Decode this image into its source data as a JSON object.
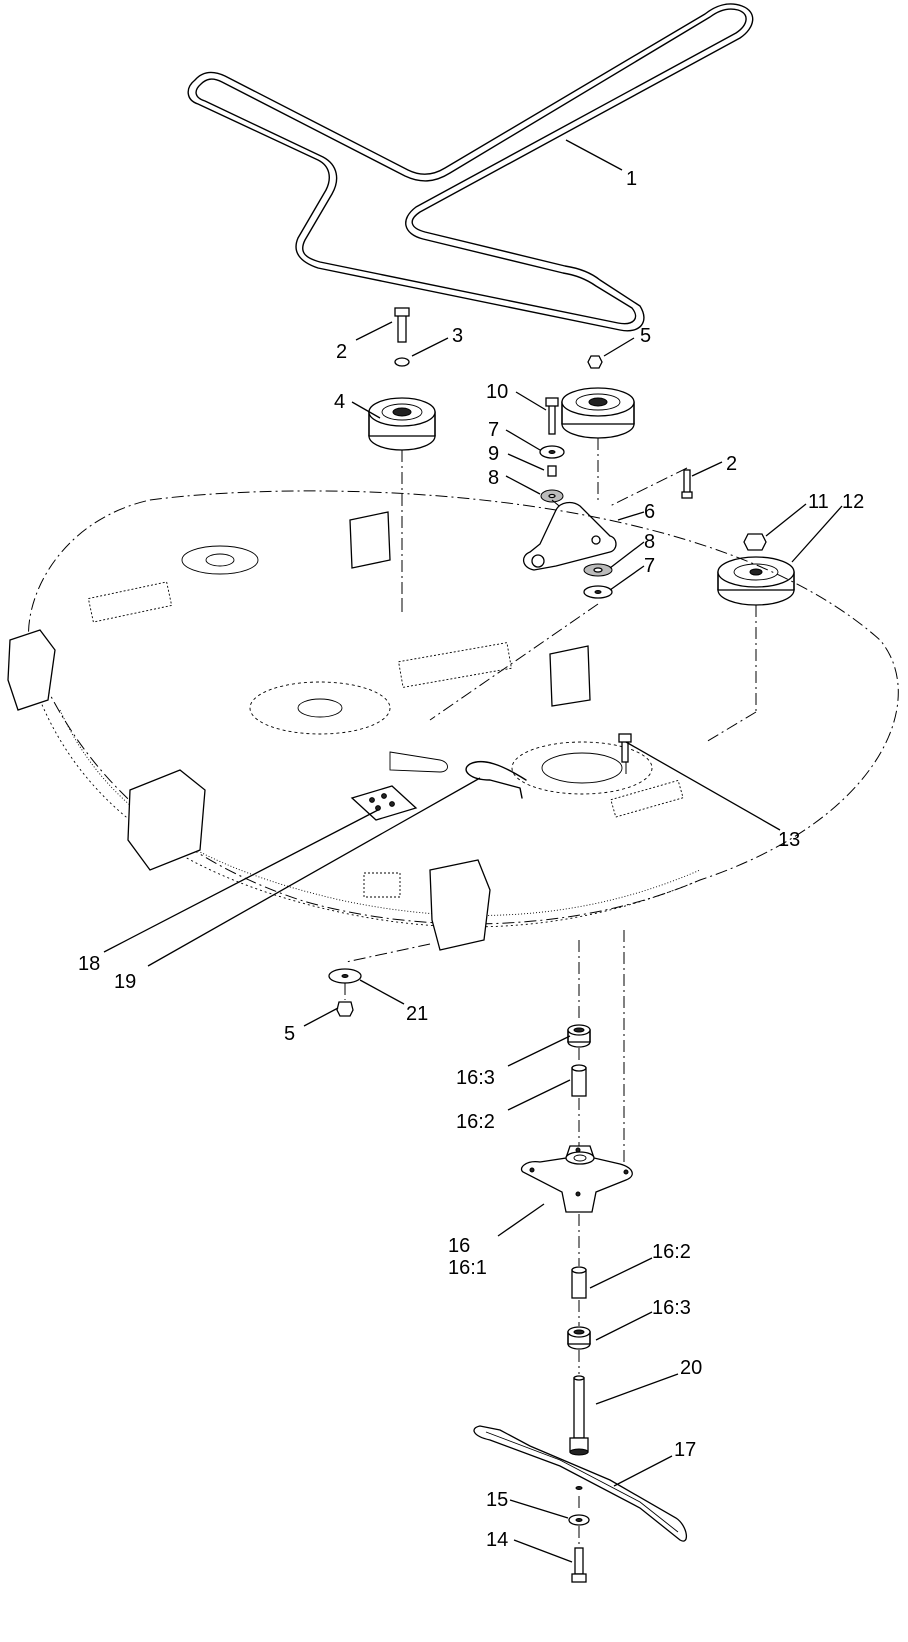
{
  "callouts": {
    "c1": "1",
    "c2a": "2",
    "c3": "3",
    "c4": "4",
    "c5a": "5",
    "c10": "10",
    "c7a": "7",
    "c9": "9",
    "c8a": "8",
    "c6": "6",
    "c2b": "2",
    "c8b": "8",
    "c7b": "7",
    "c11": "11",
    "c12": "12",
    "c13": "13",
    "c18": "18",
    "c19": "19",
    "c21": "21",
    "c5b": "5",
    "c16_3a": "16:3",
    "c16_2a": "16:2",
    "c16": "16",
    "c16_1": "16:1",
    "c16_2b": "16:2",
    "c16_3b": "16:3",
    "c20": "20",
    "c17": "17",
    "c15": "15",
    "c14": "14"
  }
}
